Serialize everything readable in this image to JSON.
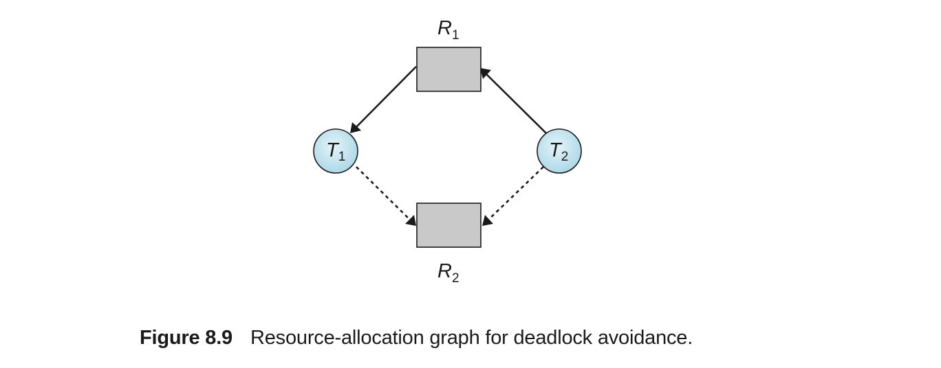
{
  "nodes": {
    "r1": {
      "letter": "R",
      "sub": "1"
    },
    "r2": {
      "letter": "R",
      "sub": "2"
    },
    "t1": {
      "letter": "T",
      "sub": "1"
    },
    "t2": {
      "letter": "T",
      "sub": "2"
    }
  },
  "edges": [
    {
      "from": "R1",
      "to": "T1",
      "style": "solid"
    },
    {
      "from": "T2",
      "to": "R1",
      "style": "solid"
    },
    {
      "from": "T1",
      "to": "R2",
      "style": "dashed"
    },
    {
      "from": "T2",
      "to": "R2",
      "style": "dashed"
    }
  ],
  "colors": {
    "resource_fill": "#c9c9c9",
    "thread_fill": "#c6e6f0",
    "stroke": "#1a1a1a"
  },
  "caption": {
    "figure_number": "Figure 8.9",
    "text": "Resource-allocation graph for deadlock avoidance."
  }
}
